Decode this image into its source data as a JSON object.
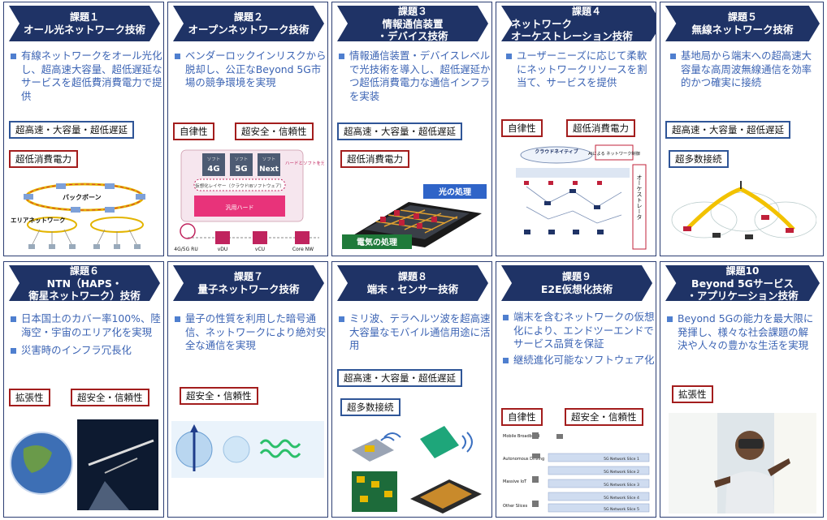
{
  "cells": [
    {
      "num": "課題１",
      "title": [
        "オール光ネットワーク技術"
      ],
      "bullets": [
        "有線ネットワークをオール光化し、超高速大容量、超低遅延なサービスを超低費消費電力で提供"
      ],
      "tags": [
        "超高速・大容量・超低遅延",
        "超低消費電力"
      ],
      "figure": {
        "backbone": "バックボーン",
        "area": "エリアネットワーク"
      }
    },
    {
      "num": "課題２",
      "title": [
        "オープンネットワーク技術"
      ],
      "bullets": [
        "ベンダーロックインリスクから脱却し、公正なBeyond 5G市場の競争環境を実現"
      ],
      "tags": [
        "自律性",
        "超安全・信頼性"
      ],
      "figure": {
        "soft": "ソフト",
        "s1": "4G",
        "s2": "5G",
        "s3": "Next",
        "sep": "ハードとソフトを分離",
        "virt": "仮想化レイヤー（クラウドIBソフトウェア）",
        "hw": "汎用ハード",
        "n1": "4G/5G RU",
        "n2": "vDU",
        "n3": "vCU",
        "n4": "Core NW"
      }
    },
    {
      "num": "課題３",
      "title": [
        "情報通信装置",
        "・デバイス技術"
      ],
      "bullets": [
        "情報通信装置・デバイスレベルで光技術を導入し、超低遅延かつ超低消費電力な通信インフラを実装"
      ],
      "tags": [
        "超高速・大容量・超低遅延",
        "超低消費電力"
      ],
      "figure": {
        "light": "光の処理",
        "elec": "電気の処理"
      }
    },
    {
      "num": "課題４",
      "title": [
        "ネットワーク",
        "オーケストレーション技術"
      ],
      "bullets": [
        "ユーザーニーズに応じて柔軟にネットワークリソースを割当て、サービスを提供"
      ],
      "tags": [
        "自律性",
        "超低消費電力"
      ],
      "figure": {
        "cloud": "クラウドネイティブ",
        "ai": "AIによる ネットワーク制御",
        "orch": "オーケストレータ"
      }
    },
    {
      "num": "課題５",
      "title": [
        "無線ネットワーク技術"
      ],
      "bullets": [
        "基地局から端末への超高速大容量な高周波無線通信を効率的かつ確実に接続"
      ],
      "tags": [
        "超高速・大容量・超低遅延",
        "超多数接続"
      ]
    },
    {
      "num": "課題６",
      "title": [
        "NTN（HAPS・",
        "衛星ネットワーク）技術"
      ],
      "bullets": [
        "日本国土のカバー率100%、陸海空・宇宙のエリア化を実現",
        "災害時のインフラ冗長化"
      ],
      "tags": [
        "拡張性",
        "超安全・信頼性"
      ]
    },
    {
      "num": "課題７",
      "title": [
        "量子ネットワーク技術"
      ],
      "bullets": [
        "量子の性質を利用した暗号通信、ネットワークにより絶対安全な通信を実現"
      ],
      "tags": [
        "超安全・信頼性"
      ]
    },
    {
      "num": "課題８",
      "title": [
        "端末・センサー技術"
      ],
      "bullets": [
        "ミリ波、テラヘルツ波を超高速大容量なモバイル通信用途に活用"
      ],
      "tags": [
        "超高速・大容量・超低遅延",
        "超多数接続"
      ]
    },
    {
      "num": "課題９",
      "title": [
        "E2E仮想化技術"
      ],
      "bullets": [
        "端末を含むネットワークの仮想化により、エンドツーエンドでサービス品質を保証",
        "継続進化可能なソフトウェア化"
      ],
      "tags": [
        "自律性",
        "超安全・信頼性"
      ],
      "figure": {
        "l1": "Mobile Broadband",
        "l2": "Autonomous Driving",
        "l3": "Massive IoT",
        "l4": "Other Slices",
        "s1": "5G Network Slice 1",
        "s2": "5G Network Slice 2",
        "s3": "5G Network Slice 3",
        "s4": "5G Network Slice 4",
        "s5": "5G Network Slice 5"
      }
    },
    {
      "num": "課題10",
      "title": [
        "Beyond 5Gサービス",
        "・アプリケーション技術"
      ],
      "bullets": [
        "Beyond 5Gの能力を最大限に発揮し、様々な社会課題の解決や人々の豊かな生活を実現"
      ],
      "tags": [
        "拡張性"
      ]
    }
  ],
  "colors": {
    "banner": "#1f3366",
    "desc": "#3c64b4",
    "tag_blue": "#2f5597",
    "tag_red": "#a31d1d"
  }
}
